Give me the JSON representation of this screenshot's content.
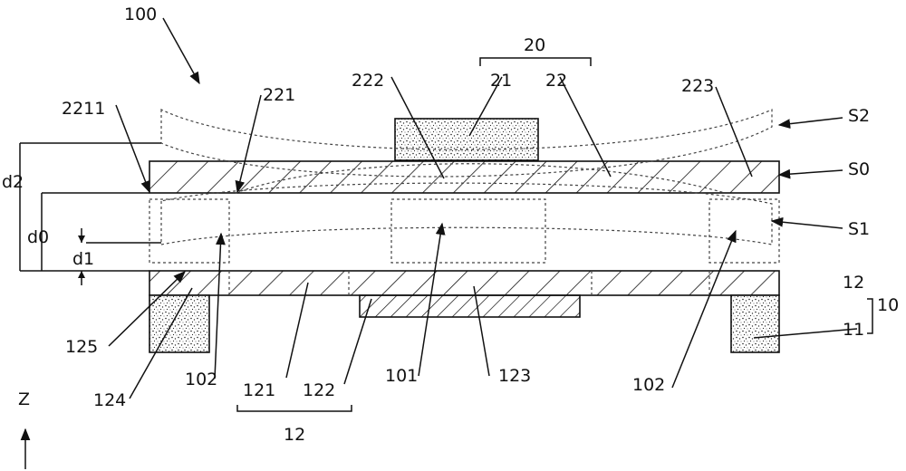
{
  "labels": {
    "assembly": "100",
    "group_20": "20",
    "part_21": "21",
    "part_22": "22",
    "part_222": "222",
    "part_223": "223",
    "part_2211": "2211",
    "part_221": "221",
    "state_s2": "S2",
    "state_s0": "S0",
    "state_s1": "S1",
    "dim_d2": "d2",
    "dim_d0": "d0",
    "dim_d1": "d1",
    "layer_12": "12",
    "part_10": "10",
    "part_11": "11",
    "part_125": "125",
    "part_124": "124",
    "part_102_left": "102",
    "part_121": "121",
    "part_122": "122",
    "part_101": "101",
    "part_123": "123",
    "part_102_right": "102",
    "group_12_bottom": "12",
    "axis_z": "Z"
  }
}
